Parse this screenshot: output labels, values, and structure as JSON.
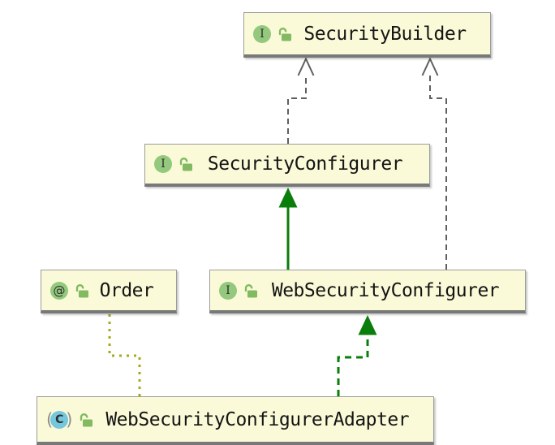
{
  "diagram": {
    "kind": "uml-class-diagram",
    "nodes": [
      {
        "label": "SecurityBuilder",
        "kind": "interface",
        "icon_letter": "I",
        "lock": "open"
      },
      {
        "label": "SecurityConfigurer",
        "kind": "interface",
        "icon_letter": "I",
        "lock": "open"
      },
      {
        "label": "WebSecurityConfigurer",
        "kind": "interface",
        "icon_letter": "I",
        "lock": "open"
      },
      {
        "label": "Order",
        "kind": "annotation",
        "icon_letter": "@",
        "lock": "open"
      },
      {
        "label": "WebSecurityConfigurerAdapter",
        "kind": "class",
        "icon_letter": "C",
        "lock": "open",
        "paren_left": "(",
        "paren_right": ")"
      }
    ],
    "edges": [
      {
        "from": "SecurityConfigurer",
        "to": "SecurityBuilder",
        "line": "dashed",
        "color": "#5f5f5f",
        "arrowhead": "open-chevron"
      },
      {
        "from": "WebSecurityConfigurer",
        "to": "SecurityBuilder",
        "line": "dashed",
        "color": "#5f5f5f",
        "arrowhead": "open-chevron"
      },
      {
        "from": "WebSecurityConfigurer",
        "to": "SecurityConfigurer",
        "line": "solid",
        "color": "#0a7e0a",
        "arrowhead": "filled-triangle"
      },
      {
        "from": "WebSecurityConfigurerAdapter",
        "to": "WebSecurityConfigurer",
        "line": "dashed",
        "color": "#0a7e0a",
        "arrowhead": "filled-triangle"
      },
      {
        "from": "Order",
        "to": "WebSecurityConfigurerAdapter",
        "line": "dotted",
        "color": "#a8a81e",
        "arrowhead": "none"
      }
    ],
    "colors": {
      "node_fill": "#fafad8",
      "node_border": "#9c9c9c",
      "node_border_bottom": "#787878",
      "label_text": "#141414",
      "interface_icon": "#93c87d",
      "annotation_icon": "#93c87d",
      "class_icon": "#74c7dd",
      "lock_icon": "#82ba62",
      "extends_arrow": "#0a7e0a",
      "dependency_arrow": "#5f5f5f",
      "annotation_link": "#a8a81e",
      "background": "#ffffff"
    }
  }
}
